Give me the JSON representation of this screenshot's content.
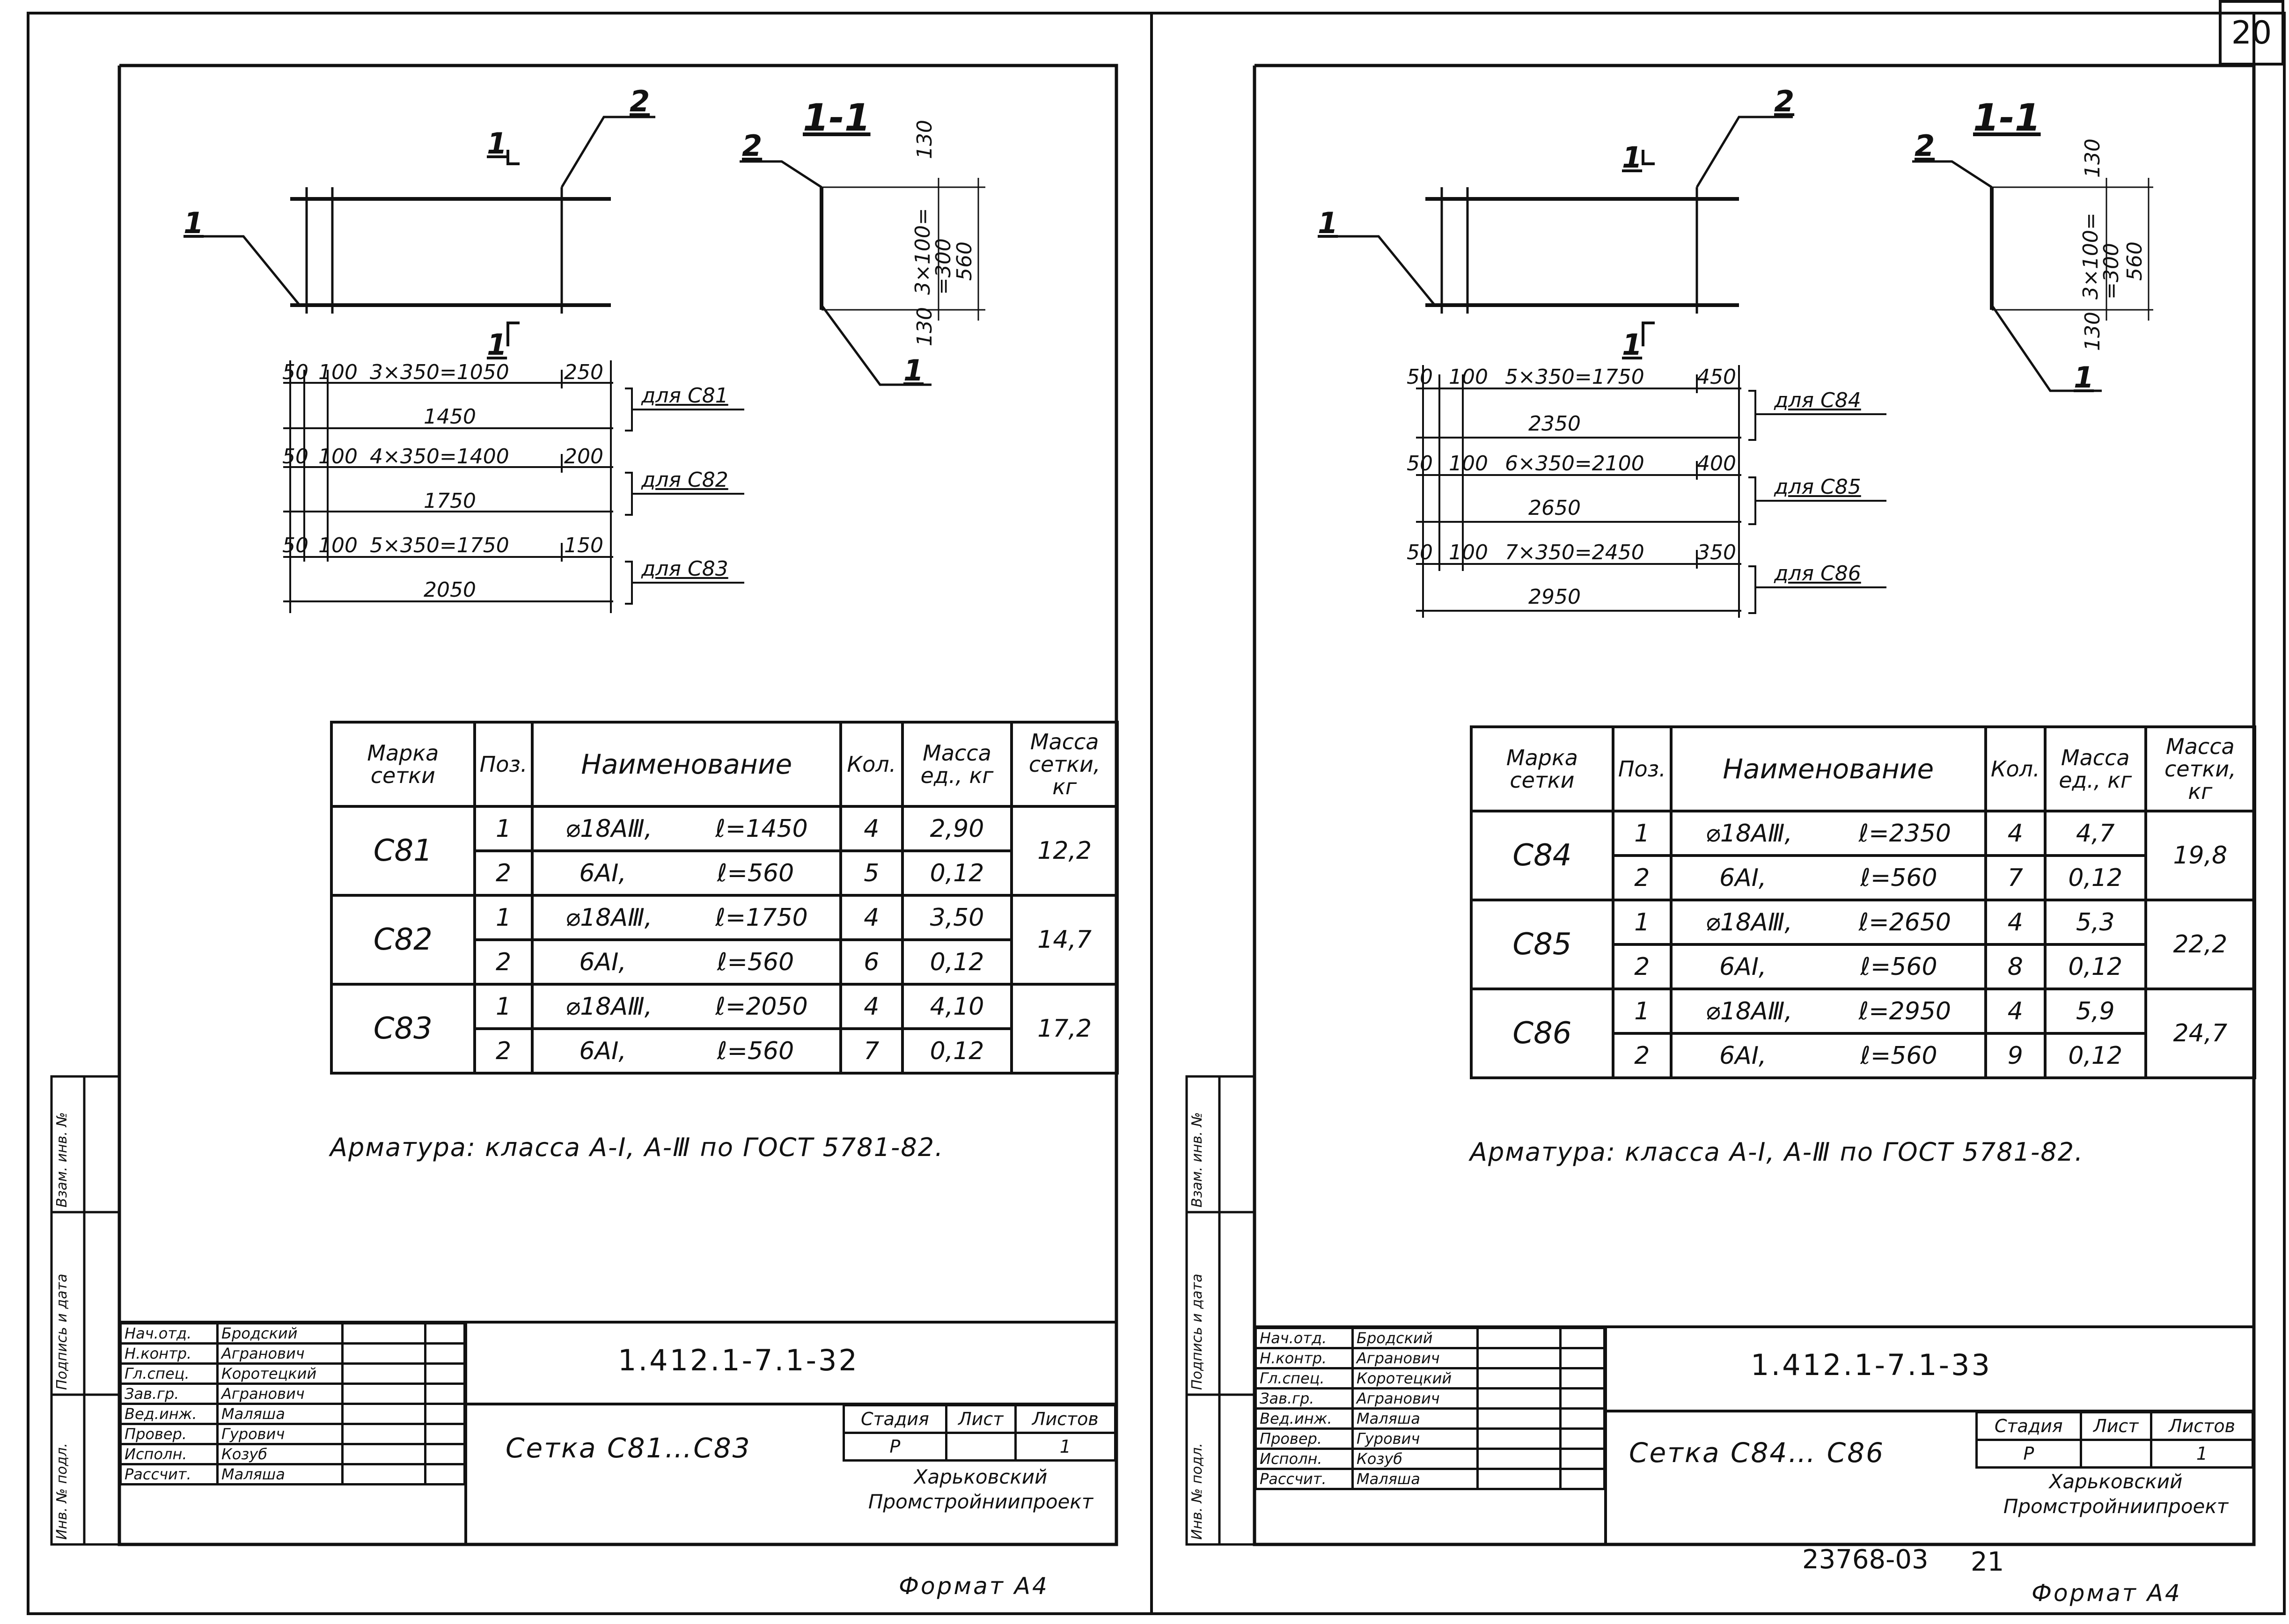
{
  "page_number": "20",
  "sheets": [
    {
      "detail": {
        "pos1": "1",
        "pos2": "2",
        "section_mark": "1",
        "section_title": "1-1",
        "sec_pos1": "1",
        "sec_pos2": "2",
        "sec_top": "130",
        "sec_mid": "3×100=\n=300",
        "sec_total": "560",
        "sec_bottom": "130"
      },
      "dims": [
        {
          "a": "50",
          "b": "100",
          "span": "3×350=1050",
          "end": "250",
          "total": "1450",
          "label": "для С81"
        },
        {
          "a": "50",
          "b": "100",
          "span": "4×350=1400",
          "end": "200",
          "total": "1750",
          "label": "для С82"
        },
        {
          "a": "50",
          "b": "100",
          "span": "5×350=1750",
          "end": "150",
          "total": "2050",
          "label": "для С83"
        }
      ],
      "table": {
        "headers": {
          "mark": "Марка сетки",
          "pos": "Поз.",
          "name": "Наименование",
          "qty": "Кол.",
          "mass_unit": "Масса ед., кг",
          "mass_total": "Масса сетки, кг"
        },
        "groups": [
          {
            "mark": "С81",
            "mass": "12,2",
            "rows": [
              {
                "pos": "1",
                "bar": "⌀18АⅢ,",
                "len": "ℓ=1450",
                "qty": "4",
                "unit": "2,90"
              },
              {
                "pos": "2",
                "bar": "6АⅠ,",
                "len": "ℓ=560",
                "qty": "5",
                "unit": "0,12"
              }
            ]
          },
          {
            "mark": "С82",
            "mass": "14,7",
            "rows": [
              {
                "pos": "1",
                "bar": "⌀18АⅢ,",
                "len": "ℓ=1750",
                "qty": "4",
                "unit": "3,50"
              },
              {
                "pos": "2",
                "bar": "6АⅠ,",
                "len": "ℓ=560",
                "qty": "6",
                "unit": "0,12"
              }
            ]
          },
          {
            "mark": "С83",
            "mass": "17,2",
            "rows": [
              {
                "pos": "1",
                "bar": "⌀18АⅢ,",
                "len": "ℓ=2050",
                "qty": "4",
                "unit": "4,10"
              },
              {
                "pos": "2",
                "bar": "6АⅠ,",
                "len": "ℓ=560",
                "qty": "7",
                "unit": "0,12"
              }
            ]
          }
        ]
      },
      "note": "Арматура: класса А-Ⅰ, А-Ⅲ по ГОСТ 5781-82.",
      "title_block": {
        "people": [
          {
            "role": "Нач.отд.",
            "name": "Бродский"
          },
          {
            "role": "Н.контр.",
            "name": "Агранович"
          },
          {
            "role": "Гл.спец.",
            "name": "Коротецкий"
          },
          {
            "role": "Зав.гр.",
            "name": "Агранович"
          },
          {
            "role": "Вед.инж.",
            "name": "Маляша"
          },
          {
            "role": "Провер.",
            "name": "Гурович"
          },
          {
            "role": "Исполн.",
            "name": "Козуб"
          },
          {
            "role": "Рассчит.",
            "name": "Маляша"
          }
        ],
        "code": "1.412.1-7.1-32",
        "title": "Сетка С81…С83",
        "stage_h": "Стадия",
        "sheet_h": "Лист",
        "sheets_h": "Листов",
        "stage": "Р",
        "sheet": "",
        "sheets": "1",
        "org": "Харьковский\nПромстройниипроект"
      },
      "side": {
        "a": "Инв. № подл.",
        "b": "Подпись и дата",
        "c": "Взам. инв. №"
      },
      "format": "Формат А4"
    },
    {
      "detail": {
        "pos1": "1",
        "pos2": "2",
        "section_mark": "1",
        "section_title": "1-1",
        "sec_pos1": "1",
        "sec_pos2": "2",
        "sec_top": "130",
        "sec_mid": "3×100=\n=300",
        "sec_total": "560",
        "sec_bottom": "130"
      },
      "dims": [
        {
          "a": "50",
          "b": "100",
          "span": "5×350=1750",
          "end": "450",
          "total": "2350",
          "label": "для С84"
        },
        {
          "a": "50",
          "b": "100",
          "span": "6×350=2100",
          "end": "400",
          "total": "2650",
          "label": "для С85"
        },
        {
          "a": "50",
          "b": "100",
          "span": "7×350=2450",
          "end": "350",
          "total": "2950",
          "label": "для С86"
        }
      ],
      "table": {
        "headers": {
          "mark": "Марка сетки",
          "pos": "Поз.",
          "name": "Наименование",
          "qty": "Кол.",
          "mass_unit": "Масса ед., кг",
          "mass_total": "Масса сетки, кг"
        },
        "groups": [
          {
            "mark": "С84",
            "mass": "19,8",
            "rows": [
              {
                "pos": "1",
                "bar": "⌀18АⅢ,",
                "len": "ℓ=2350",
                "qty": "4",
                "unit": "4,7"
              },
              {
                "pos": "2",
                "bar": "6АⅠ,",
                "len": "ℓ=560",
                "qty": "7",
                "unit": "0,12"
              }
            ]
          },
          {
            "mark": "С85",
            "mass": "22,2",
            "rows": [
              {
                "pos": "1",
                "bar": "⌀18АⅢ,",
                "len": "ℓ=2650",
                "qty": "4",
                "unit": "5,3"
              },
              {
                "pos": "2",
                "bar": "6АⅠ,",
                "len": "ℓ=560",
                "qty": "8",
                "unit": "0,12"
              }
            ]
          },
          {
            "mark": "С86",
            "mass": "24,7",
            "rows": [
              {
                "pos": "1",
                "bar": "⌀18АⅢ,",
                "len": "ℓ=2950",
                "qty": "4",
                "unit": "5,9"
              },
              {
                "pos": "2",
                "bar": "6АⅠ,",
                "len": "ℓ=560",
                "qty": "9",
                "unit": "0,12"
              }
            ]
          }
        ]
      },
      "note": "Арматура: класса А-Ⅰ, А-Ⅲ по ГОСТ 5781-82.",
      "title_block": {
        "people": [
          {
            "role": "Нач.отд.",
            "name": "Бродский"
          },
          {
            "role": "Н.контр.",
            "name": "Агранович"
          },
          {
            "role": "Гл.спец.",
            "name": "Коротецкий"
          },
          {
            "role": "Зав.гр.",
            "name": "Агранович"
          },
          {
            "role": "Вед.инж.",
            "name": "Маляша"
          },
          {
            "role": "Провер.",
            "name": "Гурович"
          },
          {
            "role": "Исполн.",
            "name": "Козуб"
          },
          {
            "role": "Рассчит.",
            "name": "Маляша"
          }
        ],
        "code": "1.412.1-7.1-33",
        "title": "Сетка С84… С86",
        "stage_h": "Стадия",
        "sheet_h": "Лист",
        "sheets_h": "Листов",
        "stage": "Р",
        "sheet": "",
        "sheets": "1",
        "org": "Харьковский\nПромстройниипроект"
      },
      "side": {
        "a": "Инв. № подл.",
        "b": "Подпись и дата",
        "c": "Взам. инв. №"
      },
      "format": "Формат А4",
      "archive_code": "23768-03",
      "archive_page": "21"
    }
  ]
}
